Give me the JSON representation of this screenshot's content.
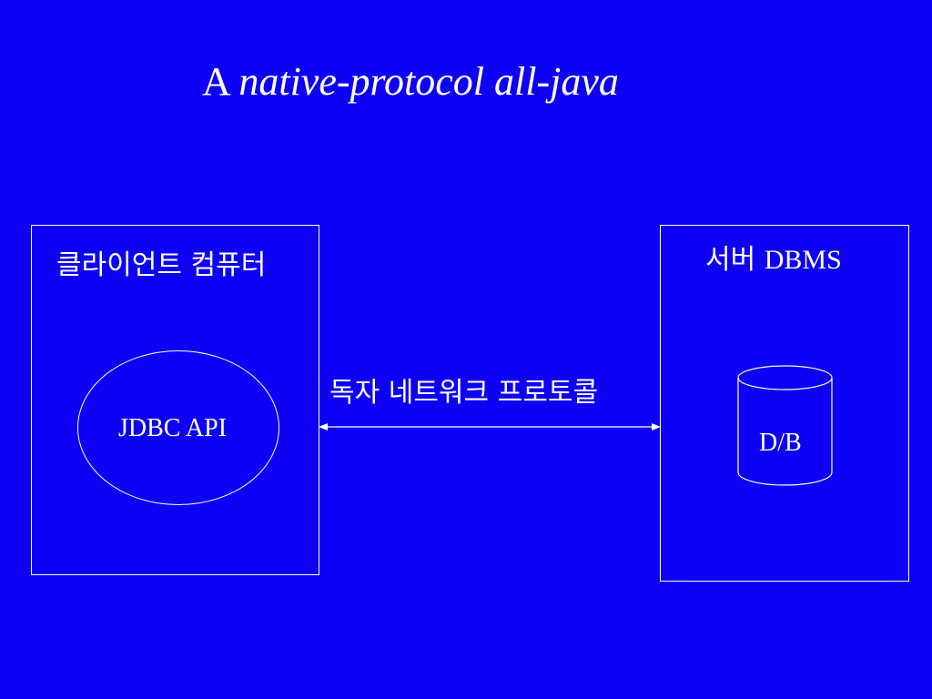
{
  "title": {
    "prefix": "A",
    "italic": "native-protocol all-java"
  },
  "client": {
    "label": "클라이언트 컴퓨터",
    "component": "JDBC API"
  },
  "server": {
    "label_korean": "서버",
    "label_latin": "DBMS",
    "database": "D/B"
  },
  "connection": {
    "label": "독자 네트워크 프로토콜"
  },
  "colors": {
    "background": "#0d00f5",
    "foreground": "#ffffff"
  }
}
